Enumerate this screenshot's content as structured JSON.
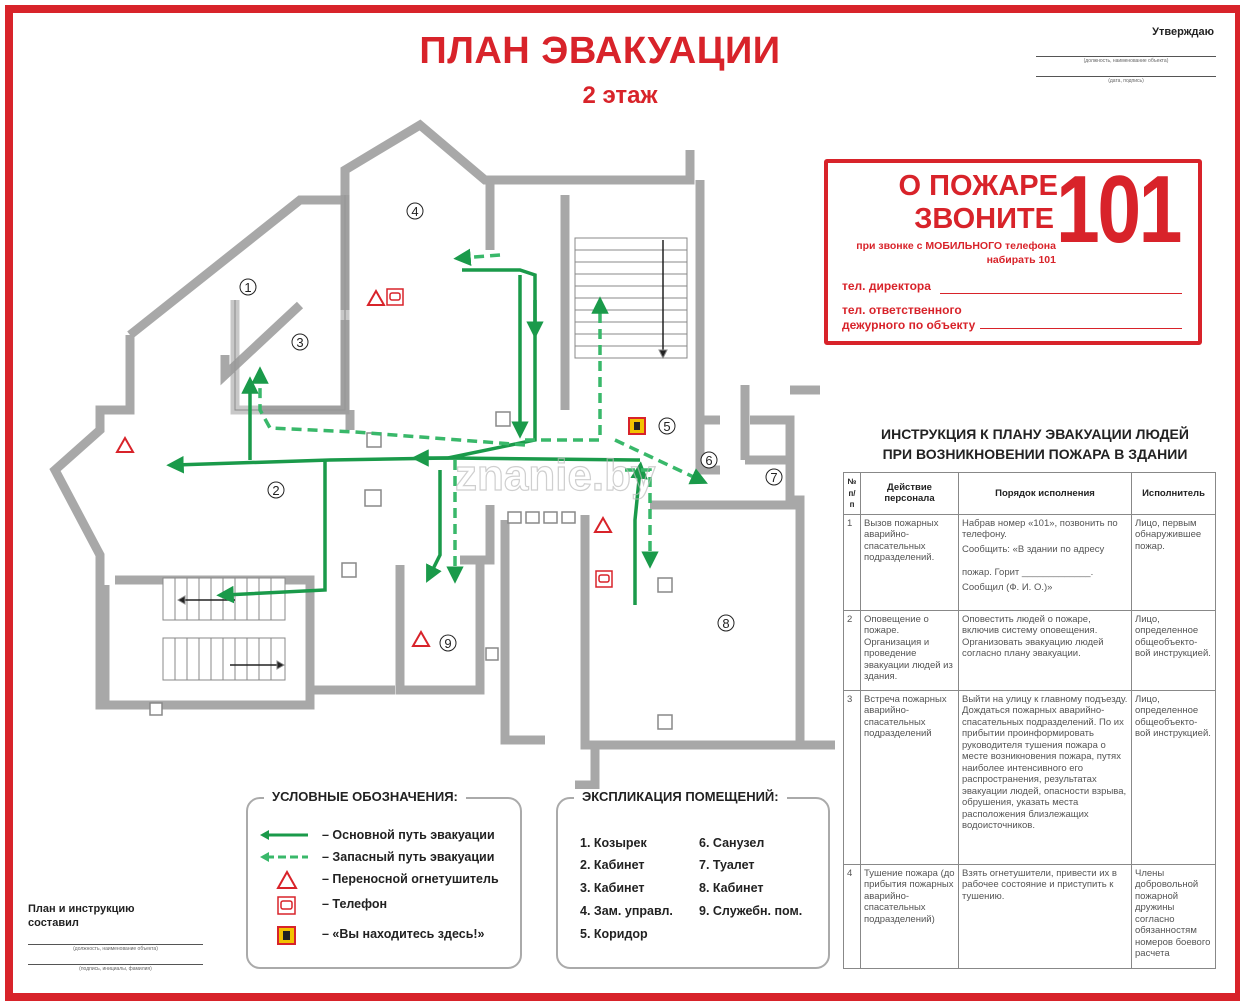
{
  "header": {
    "title": "ПЛАН ЭВАКУАЦИИ",
    "floor": "2 этаж"
  },
  "approval": {
    "label": "Утверждаю",
    "position_hint": "(должность, наименование объекта)",
    "date_hint": "(дата, подпись)"
  },
  "fire_call": {
    "line1": "О ПОЖАРЕ",
    "line2": "ЗВОНИТЕ",
    "number": "101",
    "mobile_line1": "при звонке с МОБИЛЬНОГО телефона",
    "mobile_line2": "набирать 101",
    "director_phone_label": "тел. директора",
    "duty_phone_label_line1": "тел. ответственного",
    "duty_phone_label_line2": "дежурного по объекту"
  },
  "watermark": "znanie.by",
  "plan": {
    "room_numbers": [
      "1",
      "2",
      "3",
      "4",
      "5",
      "6",
      "7",
      "8",
      "9"
    ]
  },
  "instruction": {
    "title_line1": "ИНСТРУКЦИЯ К ПЛАНУ ЭВАКУАЦИИ ЛЮДЕЙ",
    "title_line2": "ПРИ ВОЗНИКНОВЕНИИ  ПОЖАРА В ЗДАНИИ",
    "headers": [
      "№ п/п",
      "Действие персонала",
      "Порядок исполнения",
      "Исполнитель"
    ],
    "rows": [
      {
        "num": "1",
        "action": "Вызов пожарных аварийно-спасательных подразделений.",
        "order_lines": [
          "Набрав номер «101», позвонить по телефону.",
          "Сообщить: «В здании по адресу",
          "",
          "пожар. Горит _____________.",
          "Сообщил (Ф. И. О.)»"
        ],
        "executor": "Лицо, первым обнаружившее пожар."
      },
      {
        "num": "2",
        "action": "Оповещение о пожаре. Организация и проведение эвакуации людей из здания.",
        "order_lines": [
          "Оповестить людей о пожаре, включив систему оповещения. Организовать эвакуацию людей согласно плану эвакуации."
        ],
        "executor": "Лицо, определенное общеобъекто-вой инструкцией."
      },
      {
        "num": "3",
        "action": "Встреча пожарных аварийно-спасательных подразделений",
        "order_lines": [
          "Выйти на улицу к главному подъезду. Дождаться пожарных аварийно-спасательных подразделений. По их прибытии проинформировать руководителя тушения пожара о месте возникновения пожара, путях наиболее интенсивного его распространения, результатах эвакуации людей, опасности взрыва, обрушения, указать места расположения  близлежащих водоисточников."
        ],
        "executor": "Лицо, определенное общеобъекто-вой инструкцией."
      },
      {
        "num": "4",
        "action": "Тушение пожара (до прибытия пожарных аварийно-спасательных подразделений)",
        "order_lines": [
          "Взять огнетушители, привести их в рабочее состояние и приступить к тушению."
        ],
        "executor": "Члены добровольной пожарной дружины согласно обязанностям номеров боевого расчета"
      }
    ]
  },
  "legend": {
    "title": "УСЛОВНЫЕ ОБОЗНАЧЕНИЯ:",
    "items": [
      {
        "symbol": "main-route",
        "label": "–  Основной путь эвакуации"
      },
      {
        "symbol": "spare-route",
        "label": "–  Запасный путь эвакуации"
      },
      {
        "symbol": "extinguisher",
        "label": "–  Переносной огнетушитель"
      },
      {
        "symbol": "phone",
        "label": "–  Телефон"
      },
      {
        "symbol": "you-are-here",
        "label": "–  «Вы находитесь здесь!»"
      }
    ]
  },
  "explication": {
    "title": "ЭКСПЛИКАЦИЯ ПОМЕЩЕНИЙ:",
    "col1": [
      "1. Козырек",
      "2. Кабинет",
      "3.  Кабинет",
      "4. Зам. управл.",
      "5. Коридор"
    ],
    "col2": [
      "6. Санузел",
      "7. Туалет",
      "8. Кабинет",
      "9. Служебн. пом."
    ]
  },
  "compiled": {
    "line1": "План и инструкцию",
    "line2": "составил",
    "position_hint": "(должность, наименование объекта)",
    "signature_hint": "(подпись, инициалы, фамилия)"
  },
  "colors": {
    "red": "#d8232a",
    "green": "#1a9a4a",
    "wall": "#c8c8c8",
    "wall_stroke": "#8a8a8a"
  }
}
